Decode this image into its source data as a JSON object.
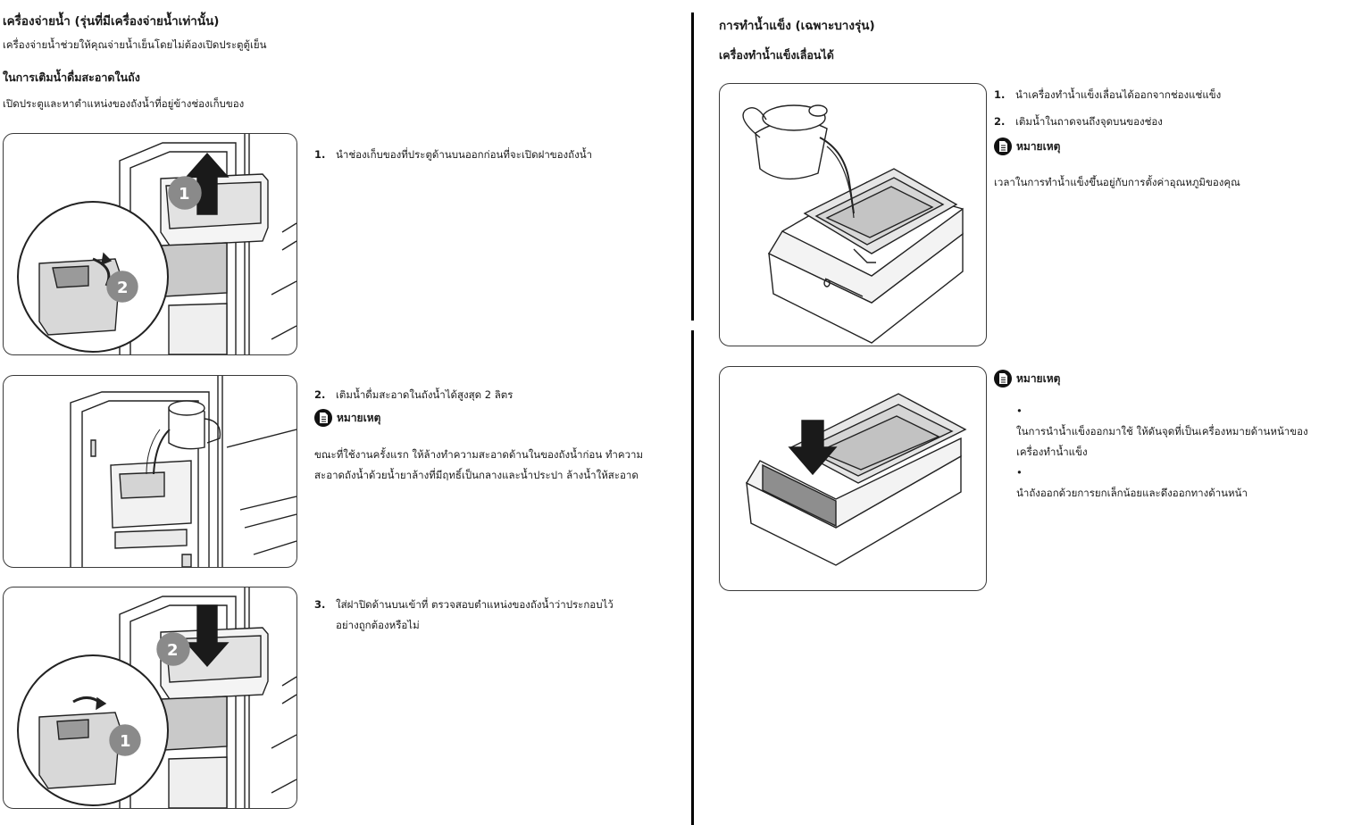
{
  "left": {
    "title": "เครื่องจ่ายน้ำ (รุ่นที่มีเครื่องจ่ายน้ำเท่านั้น)",
    "intro": "เครื่องจ่ายน้ำช่วยให้คุณจ่ายน้ำเย็นโดยไม่ต้องเปิดประตูตู้เย็น",
    "subheading": "ในการเติมน้ำดื่มสะอาดในถัง",
    "instruction": "เปิดประตูและหาตำแหน่งของถังน้ำที่อยู่ข้างช่องเก็บของ",
    "steps": [
      {
        "num": "1.",
        "text": "นำช่องเก็บของที่ประตูด้านบนออกก่อนที่จะเปิดฝาของถังน้ำ"
      },
      {
        "num": "2.",
        "text": "เติมน้ำดื่มสะอาดในถังน้ำได้สูงสุด 2 ลิตร"
      },
      {
        "num": "3.",
        "text_line1": "ใส่ฝาปิดด้านบนเข้าที่ ตรวจสอบตำแหน่งของถังน้ำว่าประกอบไว้",
        "text_line2": "อย่างถูกต้องหรือไม่"
      }
    ],
    "note": {
      "label": "หมายเหตุ",
      "line1": "ขณะที่ใช้งานครั้งแรก ให้ล้างทำความสะอาดด้านในของถังน้ำก่อน ทำความ",
      "line2": "สะอาดถังน้ำด้วยน้ำยาล้างที่มีฤทธิ์เป็นกลางและน้ำประปา ล้างน้ำให้สะอาด"
    },
    "callouts": {
      "fig1_a": "1",
      "fig1_b": "2",
      "fig3_a": "2",
      "fig3_b": "1"
    }
  },
  "right": {
    "title": "การทำน้ำแข็ง (เฉพาะบางรุ่น)",
    "subheading": "เครื่องทำน้ำแข็งเลื่อนได้",
    "steps": [
      {
        "num": "1.",
        "text": "นำเครื่องทำน้ำแข็งเลื่อนได้ออกจากช่องแช่แข็ง"
      },
      {
        "num": "2.",
        "text": "เติมน้ำในถาดจนถึงจุดบนของช่อง"
      }
    ],
    "note1": {
      "label": "หมายเหตุ",
      "text": "เวลาในการทำน้ำแข็งขึ้นอยู่กับการตั้งค่าอุณหภูมิของคุณ"
    },
    "note2": {
      "label": "หมายเหตุ",
      "bullets": [
        {
          "line1": "ในการนำน้ำแข็งออกมาใช้ ให้ดันจุดที่เป็นเครื่องหมายด้านหน้าของ",
          "line2": "เครื่องทำน้ำแข็ง"
        },
        {
          "line1": "นำถังออกด้วยการยกเล็กน้อยและดึงออกทางด้านหน้า"
        }
      ]
    }
  }
}
